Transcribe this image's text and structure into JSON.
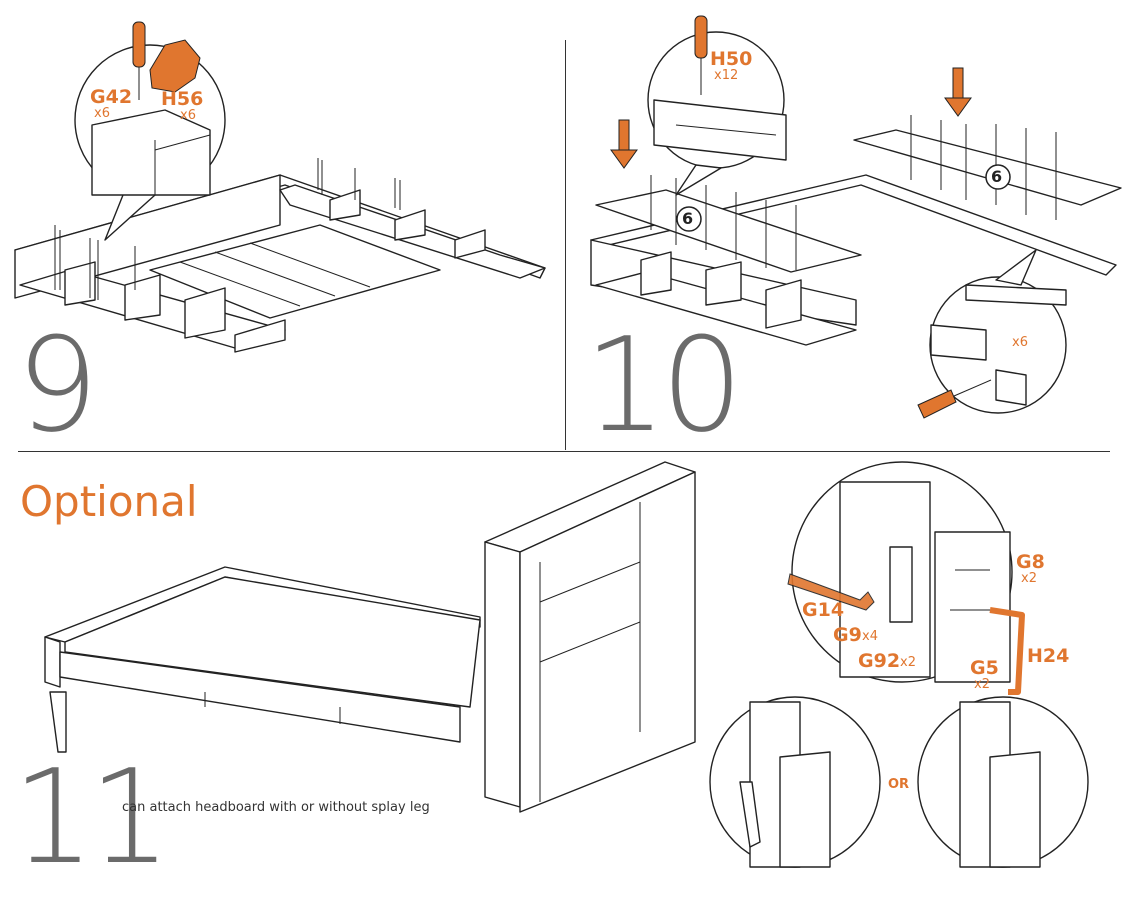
{
  "steps": {
    "step9": {
      "number": "9"
    },
    "step10": {
      "number": "10"
    },
    "step11": {
      "number": "11",
      "note": "can attach headboard with or without splay leg"
    }
  },
  "optional_title": "Optional",
  "parts": {
    "g42": {
      "code": "G42",
      "qty": "x6"
    },
    "h56": {
      "code": "H56",
      "qty": "x6"
    },
    "h50": {
      "code": "H50",
      "qty": "x12"
    },
    "x6_detail": {
      "qty": "x6"
    },
    "badge6a": "6",
    "badge6b": "6",
    "g8": {
      "code": "G8",
      "qty": "x2"
    },
    "g14": {
      "code": "G14"
    },
    "g9": {
      "code": "G9",
      "qty": "x4"
    },
    "g92": {
      "code": "G92",
      "qty": "x2"
    },
    "g5": {
      "code": "G5",
      "qty": "x2"
    },
    "h24": {
      "code": "H24"
    }
  },
  "or_label": "OR",
  "colors": {
    "accent": "#e0762f",
    "line": "#222222",
    "number_gray": "#6b6b6b"
  }
}
